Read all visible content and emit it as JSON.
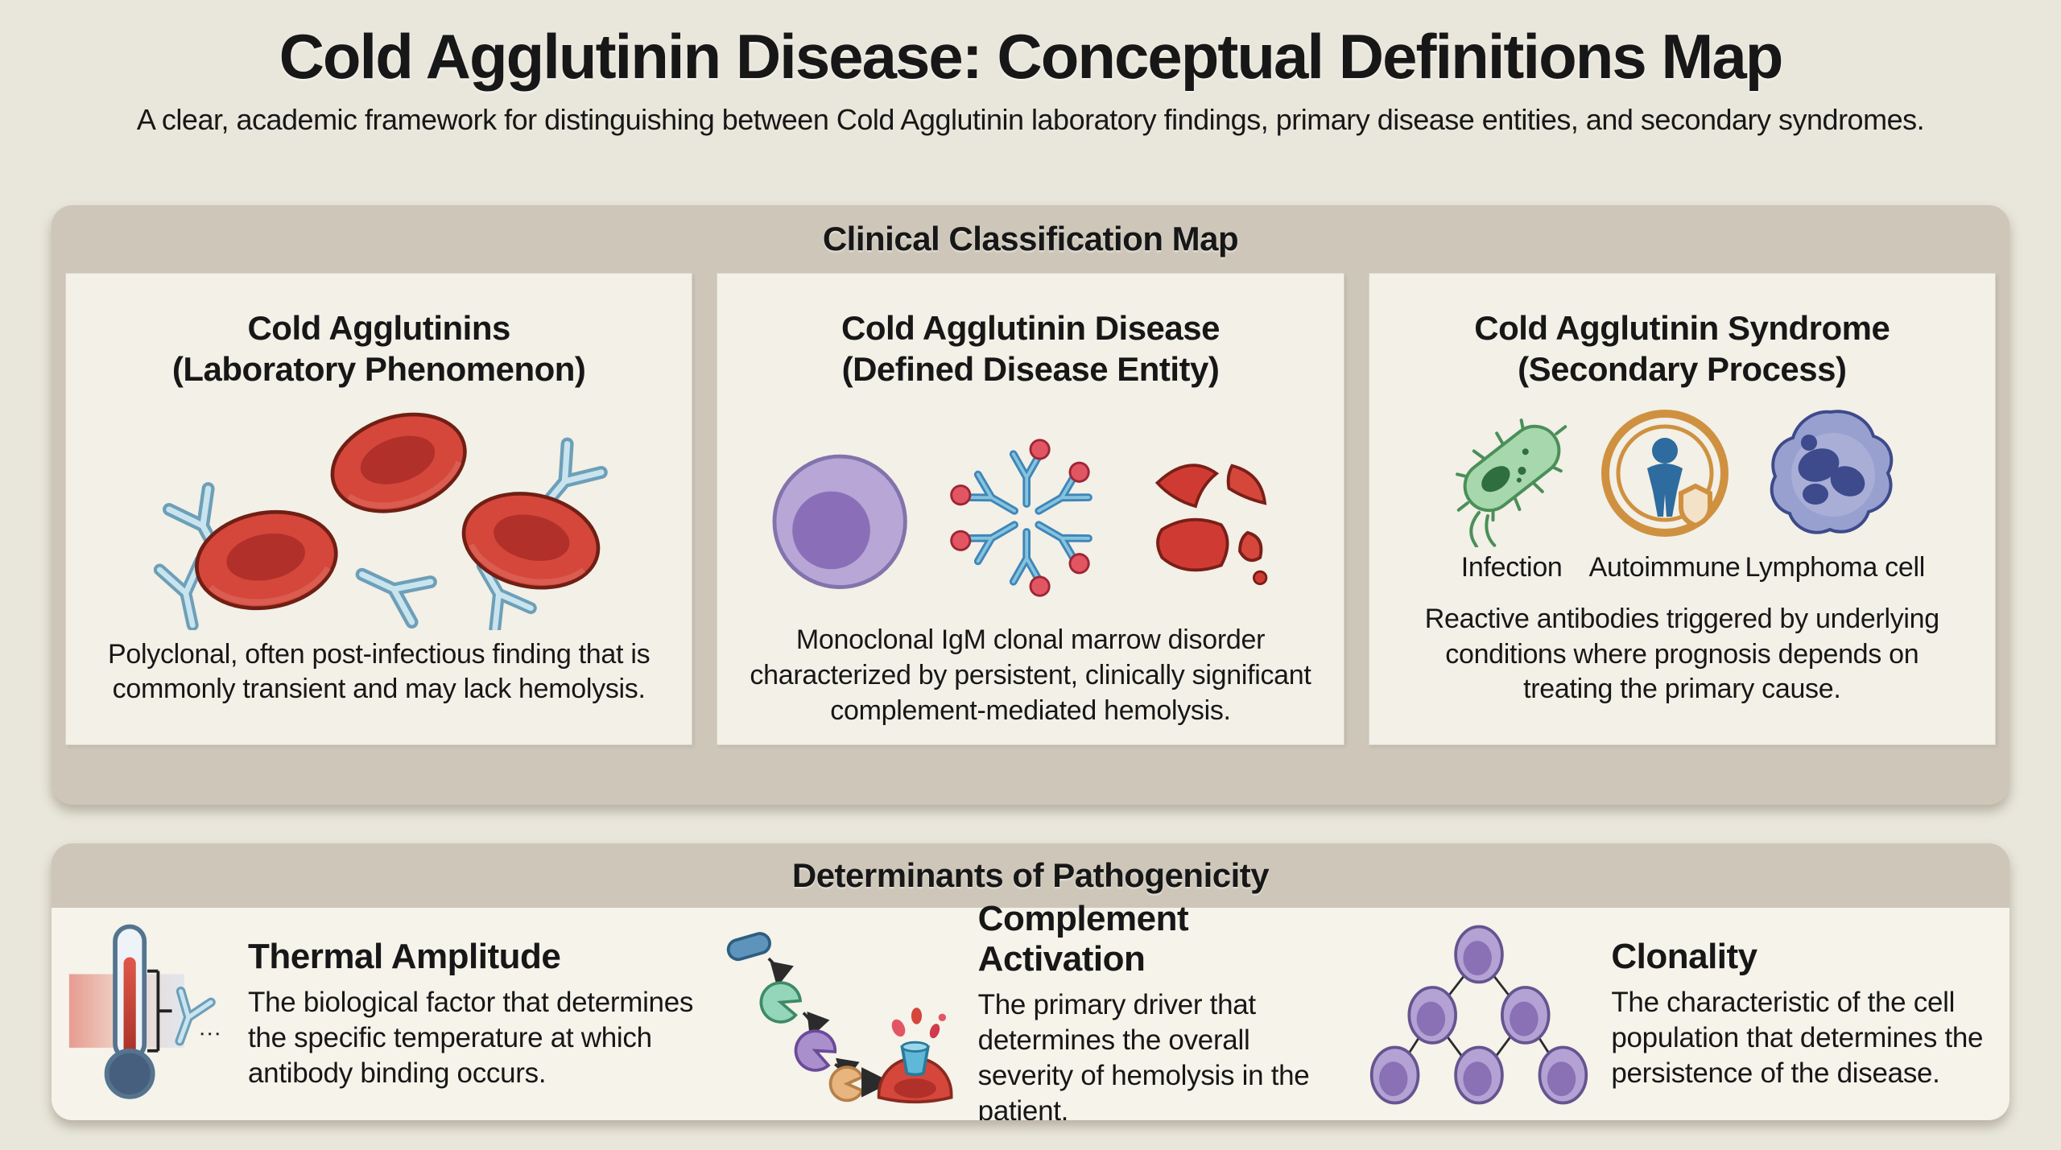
{
  "page": {
    "title": "Cold Agglutinin Disease: Conceptual Definitions Map",
    "subtitle": "A clear, academic framework for distinguishing between Cold Agglutinin laboratory findings, primary disease entities, and secondary syndromes."
  },
  "classification": {
    "header": "Clinical Classification Map",
    "cards": [
      {
        "title_line1": "Cold Agglutinins",
        "title_line2": "(Laboratory Phenomenon)",
        "description": "Polyclonal, often post-infectious finding that is commonly transient and may lack hemolysis.",
        "icon": "red-blood-cells-with-antibodies-icon"
      },
      {
        "title_line1": "Cold Agglutinin Disease",
        "title_line2": "(Defined Disease Entity)",
        "description": "Monoclonal IgM clonal marrow disorder characterized by persistent, clinically significant complement-mediated hemolysis.",
        "icons": [
          "clonal-lymphoid-cell-icon",
          "igm-pentamer-icon",
          "fragmented-red-cell-icon"
        ]
      },
      {
        "title_line1": "Cold Agglutinin Syndrome",
        "title_line2": "(Secondary Process)",
        "description": "Reactive antibodies triggered by underlying conditions where prognosis depends on treating the primary cause.",
        "icon_labels": [
          "Infection",
          "Autoimmune",
          "Lymphoma cell"
        ],
        "icons": [
          "bacterium-icon",
          "autoimmune-person-shield-icon",
          "lymphoma-cell-icon"
        ]
      }
    ]
  },
  "determinants": {
    "header": "Determinants of Pathogenicity",
    "items": [
      {
        "title": "Thermal Amplitude",
        "description": "The biological factor that determines the specific temperature at which antibody binding occurs.",
        "icon": "thermometer-antibody-icon"
      },
      {
        "title": "Complement Activation",
        "description": "The primary driver that determines the overall severity of hemolysis in the patient.",
        "icon": "complement-cascade-icon"
      },
      {
        "title": "Clonality",
        "description": "The characteristic of the cell population that determines the persistence of the disease.",
        "icon": "clonal-expansion-tree-icon"
      }
    ]
  },
  "colors": {
    "page_background": "#e9e6db",
    "panel_tan": "#cdc6b9",
    "card_background": "#f2f0e7",
    "panel_body": "#f5f3ea",
    "text": "#171717",
    "rbc_red": "#d5473b",
    "antibody_blue": "#bcdcea",
    "igm_blue": "#3f86b8",
    "cell_purple": "#b3a2d3",
    "bacteria_green": "#a6d7ad",
    "autoimmune_orange": "#cf9140",
    "person_blue": "#2e6b9e",
    "lymphoma_purple": "#98a0cf"
  }
}
